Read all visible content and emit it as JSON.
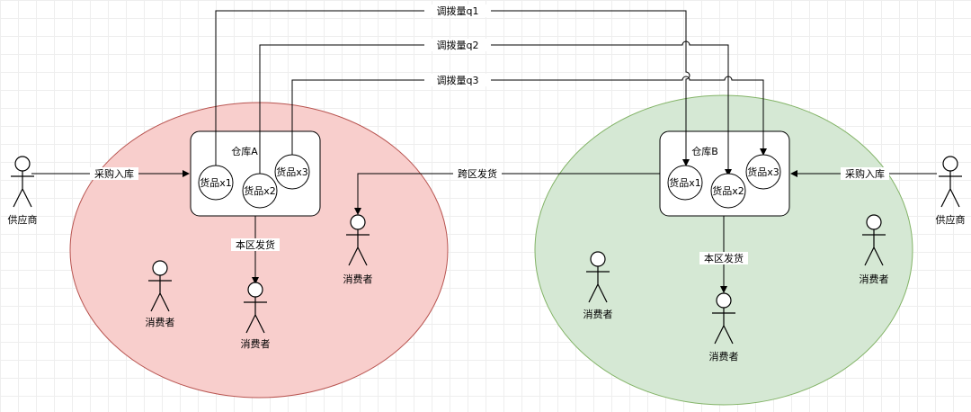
{
  "colors": {
    "region_a_fill": "#f8cecc",
    "region_a_stroke": "#b85450",
    "region_b_fill": "#d5e8d4",
    "region_b_stroke": "#82b366",
    "line": "#000000"
  },
  "warehouse_a": {
    "title": "仓库A",
    "items": [
      "货品x1",
      "货品x2",
      "货品x3"
    ]
  },
  "warehouse_b": {
    "title": "仓库B",
    "items": [
      "货品x1",
      "货品x2",
      "货品x3"
    ]
  },
  "transfers": [
    "调拨量q1",
    "调拨量q2",
    "调拨量q3"
  ],
  "edges": {
    "purchase_a": "采购入库",
    "purchase_b": "采购入库",
    "local_ship_a": "本区发货",
    "local_ship_b": "本区发货",
    "cross_ship": "跨区发货"
  },
  "actors": {
    "supplier_left": "供应商",
    "supplier_right": "供应商",
    "consumer_a1": "消费者",
    "consumer_a2": "消费者",
    "consumer_cross": "消费者",
    "consumer_b1": "消费者",
    "consumer_b2": "消费者",
    "consumer_b3": "消费者"
  }
}
